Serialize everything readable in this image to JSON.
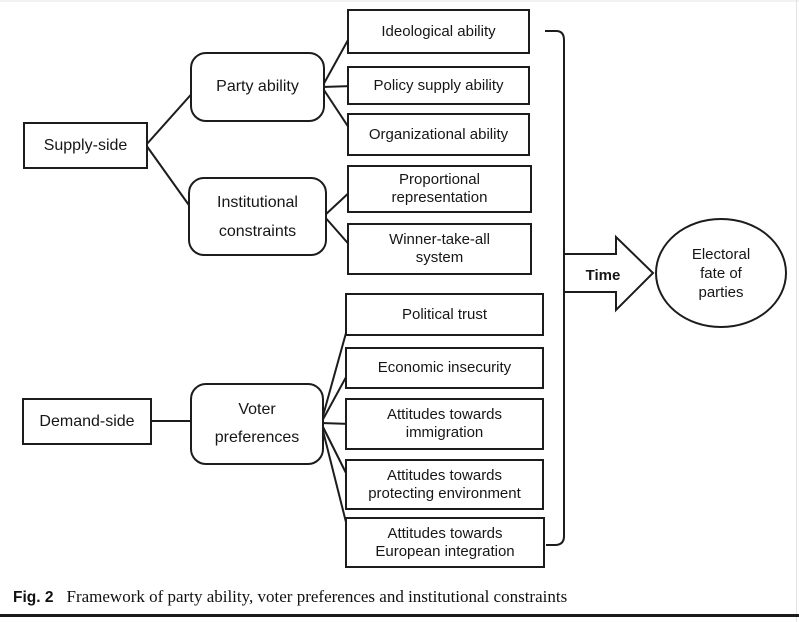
{
  "colors": {
    "line": "#1c1c1c",
    "text": "#161616",
    "background": "#ffffff"
  },
  "diagram": {
    "sides": [
      {
        "label": "Supply-side"
      },
      {
        "label": "Demand-side"
      }
    ],
    "factors": [
      {
        "label": "Party ability"
      },
      {
        "label": "Institutional constraints"
      },
      {
        "label": "Voter preferences"
      }
    ],
    "indicators": {
      "party_ability": [
        "Ideological ability",
        "Policy supply ability",
        "Organizational ability"
      ],
      "institutional_constraints": [
        "Proportional representation",
        "Winner-take-all system"
      ],
      "voter_preferences": [
        "Political trust",
        "Economic insecurity",
        "Attitudes towards immigration",
        "Attitudes towards protecting environment",
        "Attitudes towards European integration"
      ]
    },
    "arrow_label": "Time",
    "outcome_label": "Electoral fate of parties"
  },
  "caption": {
    "label": "Fig. 2",
    "text": "Framework of party ability, voter preferences and institutional constraints"
  }
}
